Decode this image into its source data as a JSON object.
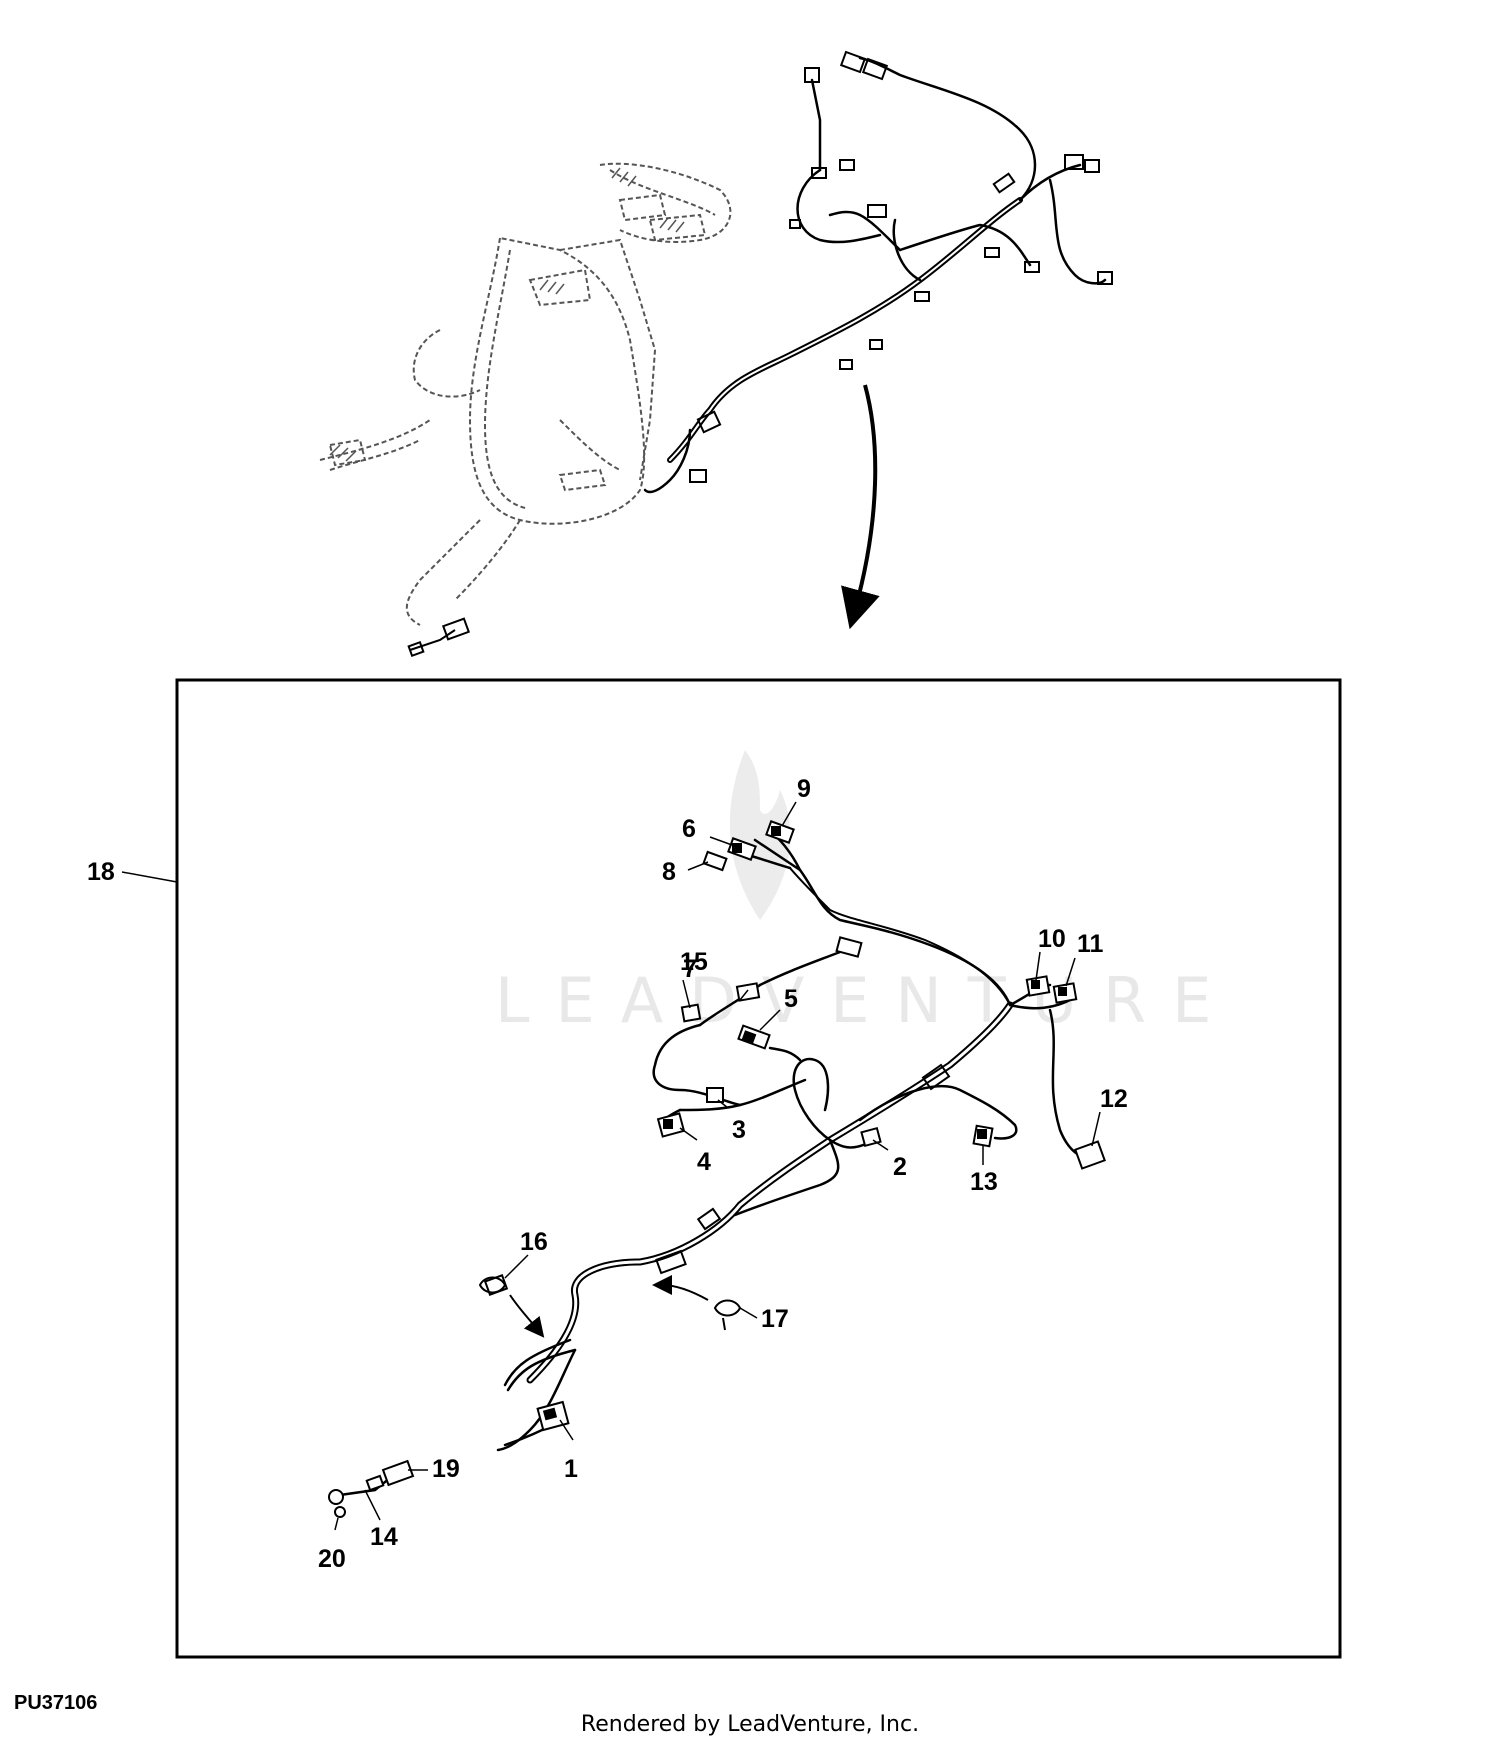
{
  "figure_id": "PU37106",
  "footer_text": "Rendered by LeadVenture, Inc.",
  "watermark_text": "LEADVENTURE",
  "callouts": {
    "c1": "1",
    "c2": "2",
    "c3": "3",
    "c4": "4",
    "c5": "5",
    "c6": "6",
    "c7": "7",
    "c8": "8",
    "c9": "9",
    "c10": "10",
    "c11": "11",
    "c12": "12",
    "c13": "13",
    "c14": "14",
    "c15": "15",
    "c16": "16",
    "c17": "17",
    "c18": "18",
    "c19": "19",
    "c20": "20"
  },
  "colors": {
    "line": "#000000",
    "ghost": "#555555",
    "watermark": "#e8e8e8"
  }
}
